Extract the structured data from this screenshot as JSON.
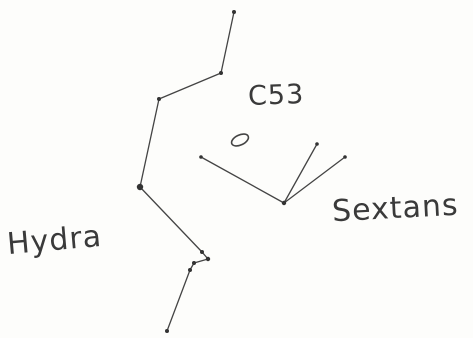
{
  "labels": {
    "galaxy": "C53",
    "constellation_right": "Sextans",
    "constellation_left": "Hydra"
  },
  "colors": {
    "paper": "#fdfdfb",
    "pencil": "#3a3a3a"
  }
}
